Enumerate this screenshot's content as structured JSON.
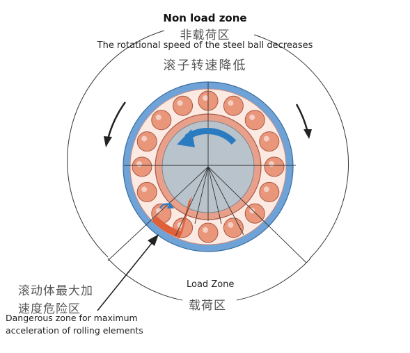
{
  "labels": {
    "non_load_zone_en": "Non load zone",
    "non_load_zone_zh": "非载荷区",
    "speed_en": "The rotational speed of the steel ball decreases",
    "speed_zh": "滚子转速降低",
    "load_zone_en": "Load Zone",
    "load_zone_zh": "载荷区",
    "danger_zh_line1": "滚动体最大加",
    "danger_zh_line2": "速度危险区",
    "danger_en_line1": "Dangerous zone for maximum",
    "danger_en_line2": "acceleration of rolling elements"
  },
  "colors": {
    "outer_ring": "#6fa3d8",
    "ball_track": "#fbe9e2",
    "inner_ring": "#e8a08b",
    "shaft": "#b8c3cc",
    "ball": "#e9967a",
    "danger_zone": "#e0603a",
    "rotation_arrow": "#2a7bc0",
    "lines": "#333333"
  }
}
